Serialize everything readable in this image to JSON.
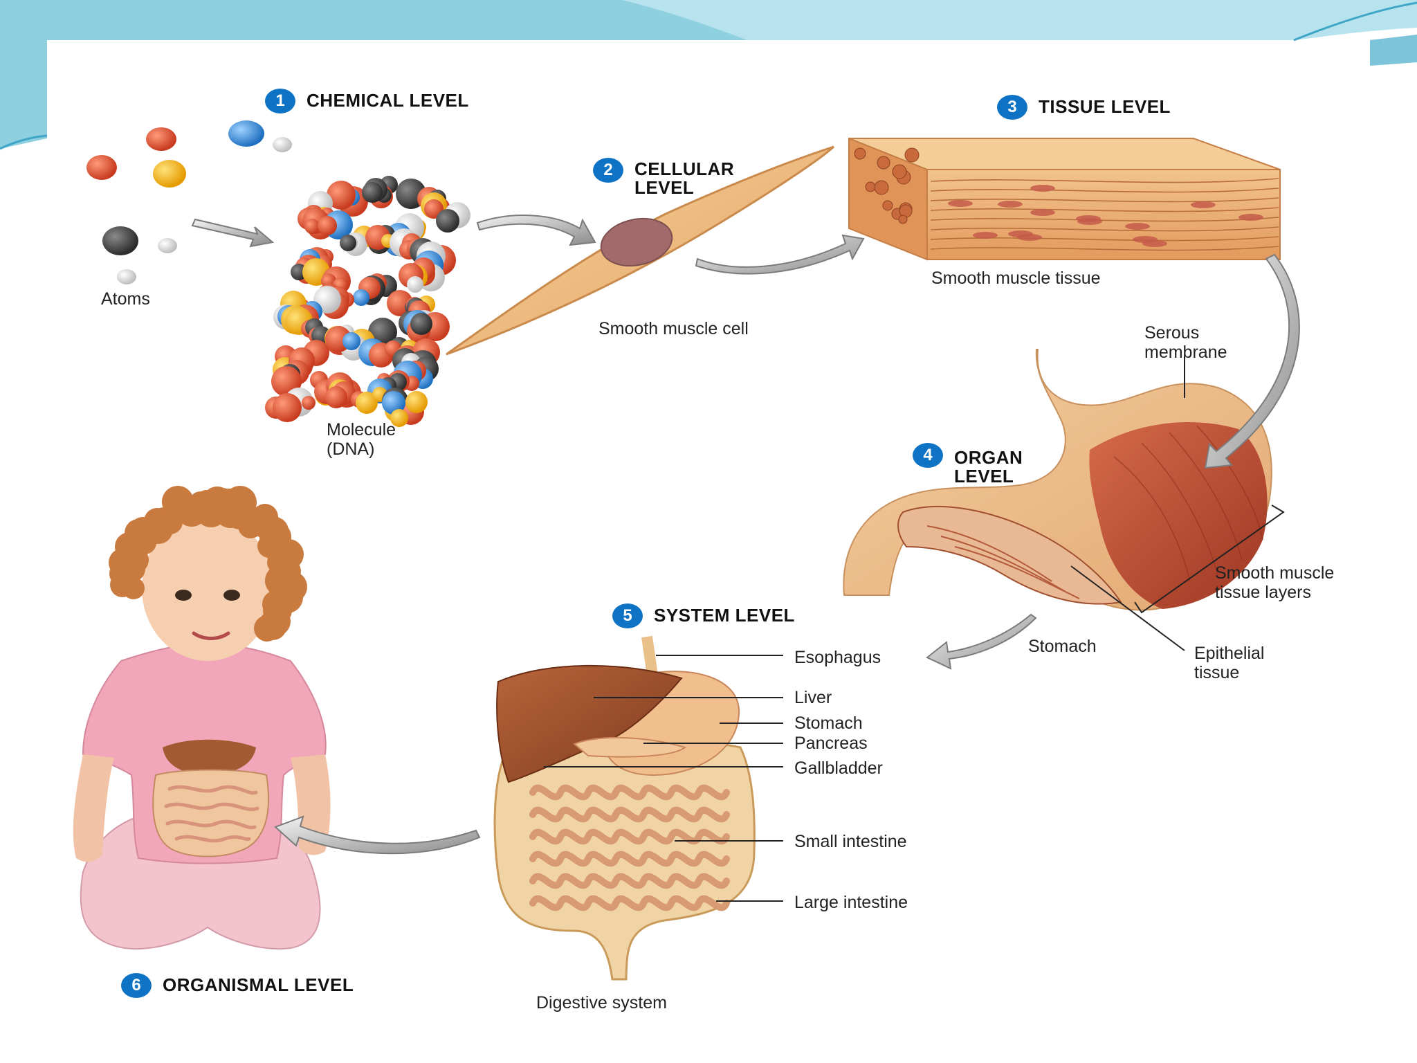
{
  "colors": {
    "badge": "#0e73c4",
    "frame_teal": "#8ecfe0",
    "muscle_tan": "#e8b27a",
    "muscle_red": "#b84a32",
    "liver": "#9a4e2c",
    "shirt_pink": "#f2a6ba"
  },
  "levels": [
    {
      "number": "1",
      "title": "CHEMICAL LEVEL"
    },
    {
      "number": "2",
      "title": "CELLULAR LEVEL"
    },
    {
      "number": "3",
      "title": "TISSUE LEVEL"
    },
    {
      "number": "4",
      "title": "ORGAN LEVEL"
    },
    {
      "number": "5",
      "title": "SYSTEM LEVEL"
    },
    {
      "number": "6",
      "title": "ORGANISMAL LEVEL"
    }
  ],
  "labels": {
    "atoms": "Atoms",
    "molecule": "Molecule\n(DNA)",
    "smooth_muscle_cell": "Smooth muscle cell",
    "smooth_muscle_tissue": "Smooth muscle tissue",
    "serous_membrane": "Serous\nmembrane",
    "smooth_muscle_layers": "Smooth muscle\ntissue layers",
    "epithelial_tissue": "Epithelial\ntissue",
    "stomach_organ": "Stomach",
    "digestive_system": "Digestive system"
  },
  "system_labels": [
    "Esophagus",
    "Liver",
    "Stomach",
    "Pancreas",
    "Gallbladder",
    "Small intestine",
    "Large intestine"
  ],
  "icons": {
    "flow_arrow": "curved-arrow-icon"
  }
}
